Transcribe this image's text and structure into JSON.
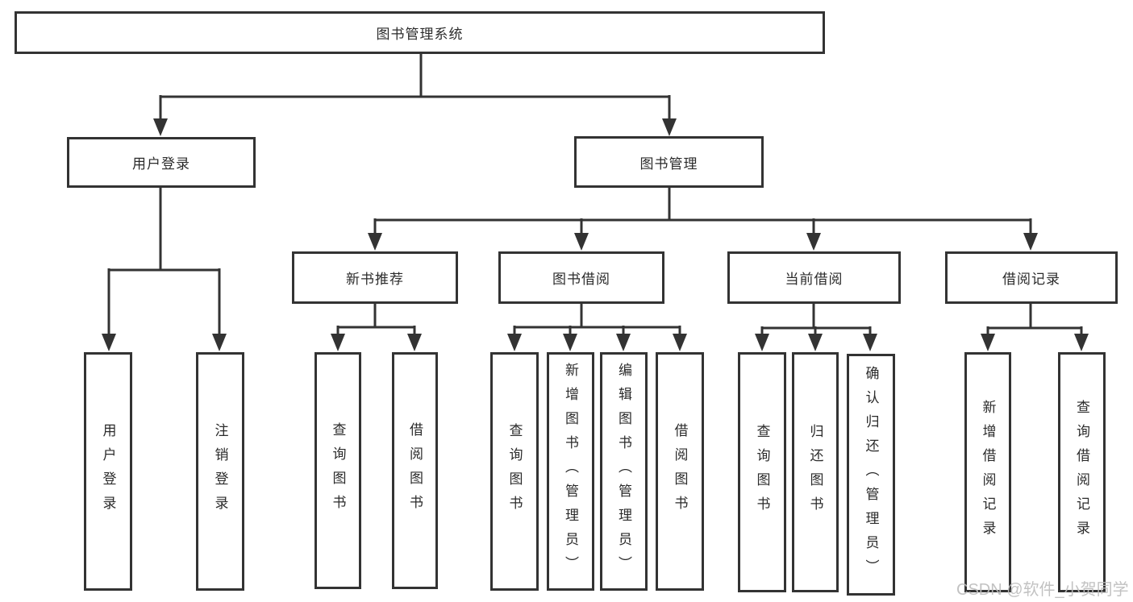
{
  "diagram": {
    "root": {
      "label": "图书管理系统"
    },
    "level2": {
      "user_login": {
        "label": "用户登录"
      },
      "book_mgmt": {
        "label": "图书管理"
      }
    },
    "level3": {
      "new_book_rec": {
        "label": "新书推荐"
      },
      "book_borrowing": {
        "label": "图书借阅"
      },
      "current_borrowing": {
        "label": "当前借阅"
      },
      "borrowing_records": {
        "label": "借阅记录"
      }
    },
    "leaves": {
      "user_login": [
        {
          "label": "用户登录"
        },
        {
          "label": "注销登录"
        }
      ],
      "new_book_rec": [
        {
          "label": "查询图书"
        },
        {
          "label": "借阅图书"
        }
      ],
      "book_borrowing": [
        {
          "label": "查询图书"
        },
        {
          "label": "新增图书（管理员）"
        },
        {
          "label": "编辑图书（管理员）"
        },
        {
          "label": "借阅图书"
        }
      ],
      "current_borrowing": [
        {
          "label": "查询图书"
        },
        {
          "label": "归还图书"
        },
        {
          "label": "确认归还（管理员）"
        }
      ],
      "borrowing_records": [
        {
          "label": "新增借阅记录"
        },
        {
          "label": "查询借阅记录"
        }
      ]
    }
  },
  "watermark": {
    "text": "CSDN @软件_小贺同学"
  },
  "colors": {
    "line": "#333333",
    "text": "#2b2b2b",
    "background": "#ffffff",
    "watermark": "#bdbdbd"
  }
}
